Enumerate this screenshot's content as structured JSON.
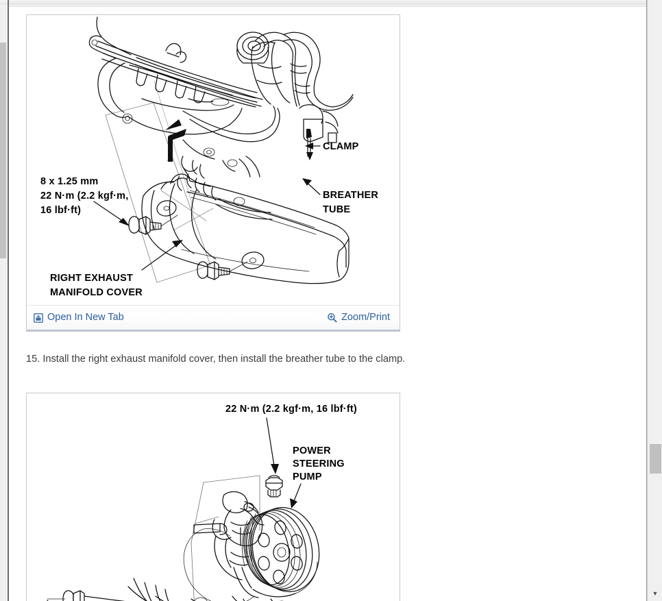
{
  "document": {
    "figures": [
      {
        "id": "exhaust-manifold-cover",
        "toolbar": {
          "open_new_tab_label": "Open In New Tab",
          "zoom_print_label": "Zoom/Print",
          "open_new_tab_icon": "open-in-new-tab-icon",
          "zoom_print_icon": "magnifier-plus-icon"
        },
        "labels": {
          "bolt_spec_line1": "8 x 1.25 mm",
          "bolt_spec_line2": "22 N·m (2.2 kgf·m,",
          "bolt_spec_line3": "16 lbf·ft)",
          "clamp": "CLAMP",
          "breather_line1": "BREATHER",
          "breather_line2": "TUBE",
          "cover_line1": "RIGHT EXHAUST",
          "cover_line2": "MANIFOLD COVER"
        }
      },
      {
        "id": "power-steering-pump",
        "labels": {
          "torque": "22 N·m (2.2 kgf·m, 16 lbf·ft)",
          "pump_line1": "POWER",
          "pump_line2": "STEERING",
          "pump_line3": "PUMP"
        }
      }
    ],
    "steps": [
      {
        "number": "15.",
        "text": "Install the right exhaust manifold cover, then install the breather tube to the clamp.",
        "full": "15. Install the right exhaust manifold cover, then install the breather tube to the clamp."
      }
    ]
  },
  "scrollbars": {
    "right": {
      "down_arrow_glyph": "▼"
    }
  },
  "colors": {
    "link": "#2a5d9e",
    "toolbar_border": "#b9c5d6",
    "figure_border": "#c8c8c8",
    "body_text": "#3b3b3b",
    "scrollbar_thumb": "#c0c0c0",
    "scrollbar_track": "#f0f0f0"
  }
}
